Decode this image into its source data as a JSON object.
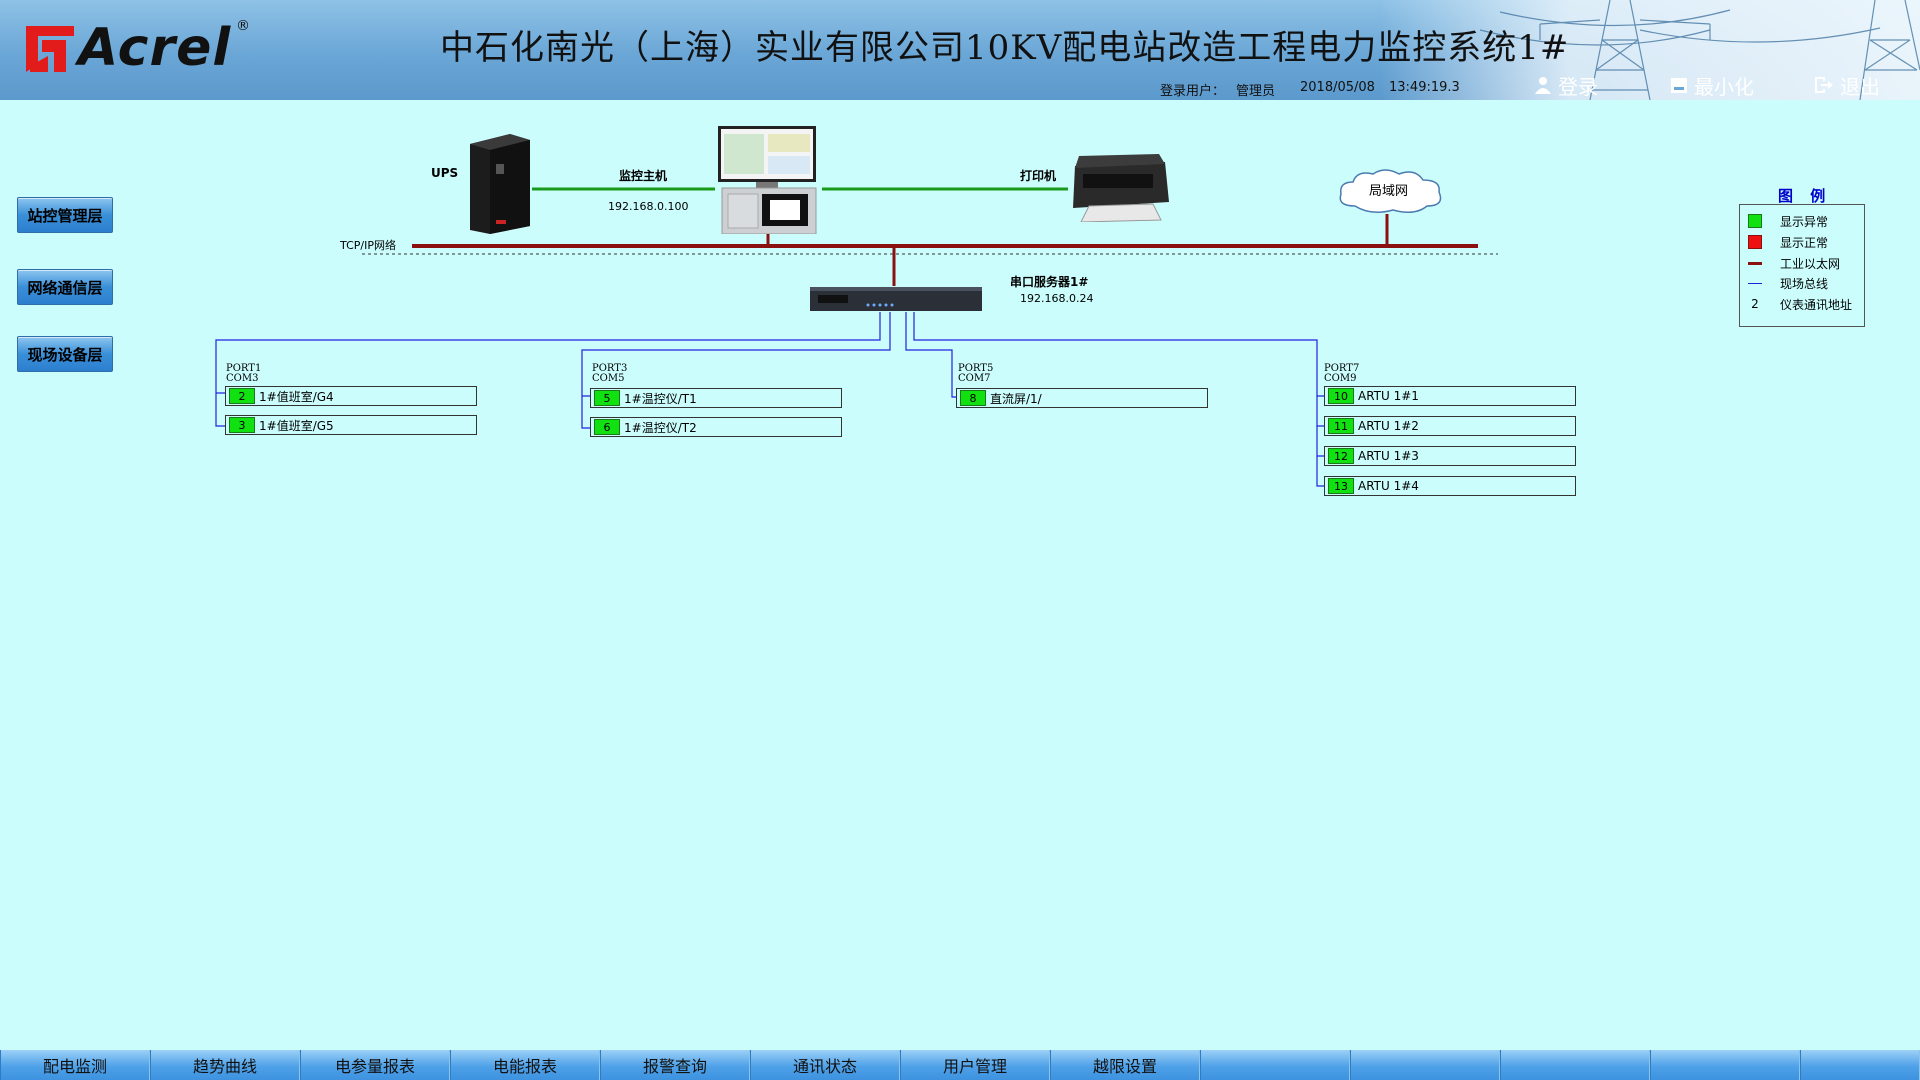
{
  "header": {
    "logo_text": "Acrel",
    "logo_reg": "®",
    "title": "中石化南光（上海）实业有限公司10KV配电站改造工程电力监控系统1#",
    "user_label": "登录用户：",
    "user_name": "管理员",
    "date": "2018/05/08",
    "time": "13:49:19.3",
    "login_label": "登录",
    "minimize_label": "最小化",
    "exit_label": "退出"
  },
  "layers": [
    "站控管理层",
    "网络通信层",
    "现场设备层"
  ],
  "network": {
    "ups_label": "UPS",
    "host_label": "监控主机",
    "host_ip": "192.168.0.100",
    "printer_label": "打印机",
    "lan_label": "局域网",
    "tcpip_label": "TCP/IP网络",
    "serial_server_label": "串口服务器1#",
    "serial_server_ip": "192.168.0.24"
  },
  "ports": [
    {
      "port": "PORT1",
      "com": "COM3",
      "devices": [
        {
          "addr": "2",
          "name": "1#值班室/G4"
        },
        {
          "addr": "3",
          "name": "1#值班室/G5"
        }
      ]
    },
    {
      "port": "PORT3",
      "com": "COM5",
      "devices": [
        {
          "addr": "5",
          "name": "1#温控仪/T1"
        },
        {
          "addr": "6",
          "name": "1#温控仪/T2"
        }
      ]
    },
    {
      "port": "PORT5",
      "com": "COM7",
      "devices": [
        {
          "addr": "8",
          "name": "直流屏/1/"
        }
      ]
    },
    {
      "port": "PORT7",
      "com": "COM9",
      "devices": [
        {
          "addr": "10",
          "name": "ARTU 1#1"
        },
        {
          "addr": "11",
          "name": "ARTU 1#2"
        },
        {
          "addr": "12",
          "name": "ARTU 1#3"
        },
        {
          "addr": "13",
          "name": "ARTU 1#4"
        }
      ]
    }
  ],
  "legend": {
    "title": "图 例",
    "items": [
      {
        "label": "显示异常",
        "color": "#11e011",
        "kind": "square"
      },
      {
        "label": "显示正常",
        "color": "#ee1111",
        "kind": "square"
      },
      {
        "label": "工业以太网",
        "color": "#8b1010",
        "kind": "thick-line"
      },
      {
        "label": "现场总线",
        "color": "#2222dd",
        "kind": "thin-line"
      },
      {
        "label": "仪表通讯地址",
        "symbol": "2",
        "kind": "text"
      }
    ]
  },
  "colors": {
    "ethernet": "#8b1010",
    "fieldbus": "#2222dd",
    "host_link": "#1a9a1a",
    "status_green": "#11e011"
  },
  "bottom_nav": [
    "配电监测",
    "趋势曲线",
    "电参量报表",
    "电能报表",
    "报警查询",
    "通讯状态",
    "用户管理",
    "越限设置",
    "",
    "",
    "",
    "",
    ""
  ]
}
